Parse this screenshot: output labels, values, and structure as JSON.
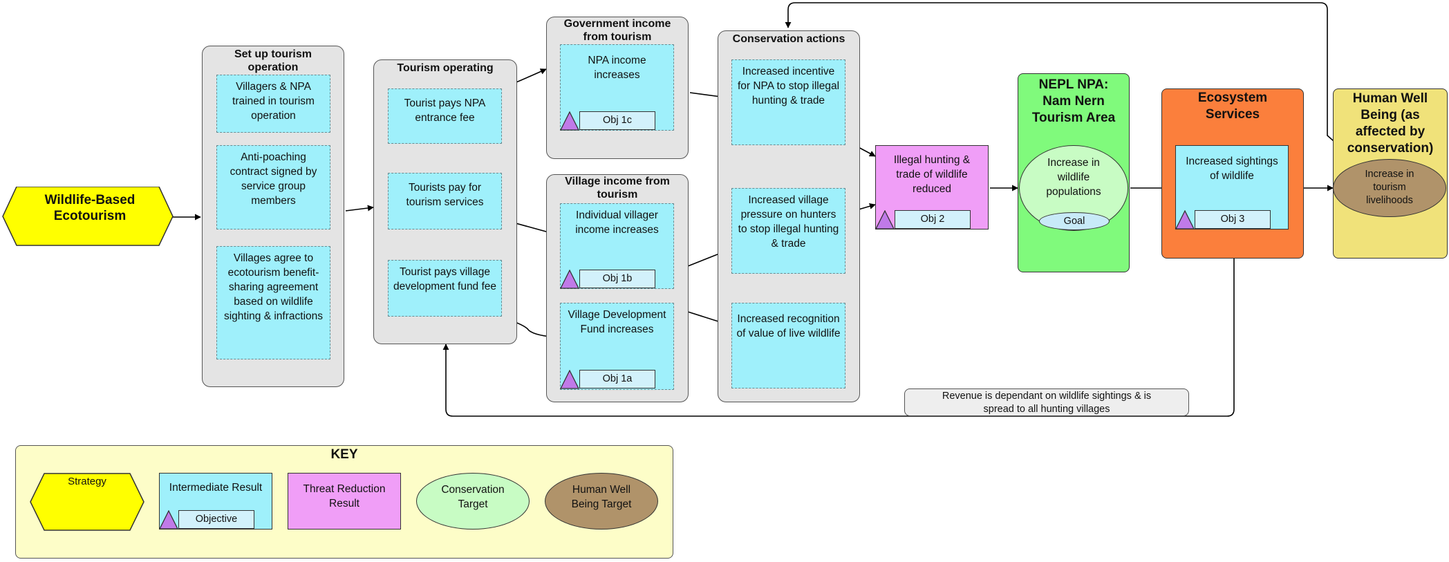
{
  "strategy": {
    "label": "Wildlife-Based Ecotourism"
  },
  "setup": {
    "title": "Set up tourism operation",
    "items": [
      "Villagers & NPA trained in tourism operation",
      "Anti-poaching contract signed by service group members",
      "Villages agree to ecotourism benefit-sharing agreement based on wildlife sighting & infractions"
    ]
  },
  "operating": {
    "title": "Tourism operating",
    "items": [
      "Tourist pays NPA entrance fee",
      "Tourists pay for tourism services",
      "Tourist pays village development fund fee"
    ]
  },
  "gov_income": {
    "title": "Government income from tourism",
    "item": "NPA income increases",
    "objective": "Obj 1c"
  },
  "village_income": {
    "title": "Village income from tourism",
    "items": [
      {
        "text": "Individual villager income increases",
        "objective": "Obj 1b"
      },
      {
        "text": "Village Development Fund increases",
        "objective": "Obj 1a"
      }
    ]
  },
  "conservation": {
    "title": "Conservation actions",
    "items": [
      "Increased incentive for NPA to stop illegal hunting & trade",
      "Increased village pressure on hunters to stop illegal hunting & trade",
      "Increased recognition of value of live wildlife"
    ]
  },
  "threat": {
    "text": "Illegal hunting & trade of wildlife reduced",
    "objective": "Obj 2"
  },
  "npa": {
    "title": "NEPL NPA: Nam Nern Tourism Area",
    "target": "Increase in wildlife populations",
    "goal": "Goal"
  },
  "ecosystem": {
    "title": "Ecosystem Services",
    "item": "Increased sightings of wildlife",
    "objective": "Obj 3"
  },
  "wellbeing": {
    "title": "Human Well Being (as affected by conservation)",
    "target": "Increase in tourism livelihoods"
  },
  "note": "Revenue is dependant on wildlife sightings & is spread to all hunting villages",
  "key": {
    "title": "KEY",
    "strategy": "Strategy",
    "ir": "Intermediate Result",
    "objective": "Objective",
    "threat": "Threat Reduction Result",
    "conservation": "Conservation Target",
    "human": "Human Well Being Target"
  },
  "colors": {
    "strategy": "#ffff00",
    "intermediate": "#9ff0fb",
    "threat": "#f09ef7",
    "conservation_area": "#80fa7c",
    "conservation_target": "#c8fcc4",
    "ecosystem": "#fb7f3c",
    "wellbeing": "#f0e27a",
    "human_target": "#b0936a",
    "group": "#e4e4e4",
    "key": "#fdfdc8"
  }
}
